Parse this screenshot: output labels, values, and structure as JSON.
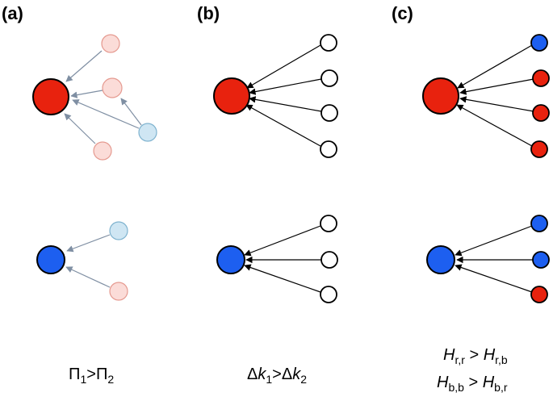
{
  "panels": [
    {
      "label": "(a)",
      "caption": {
        "main": "Π",
        "sub1": "1",
        "op": ">",
        "main2": "Π",
        "sub2": "2"
      }
    },
    {
      "label": "(b)",
      "caption": {
        "pre": "Δ",
        "var": "k",
        "sub1": "1",
        "op": ">",
        "pre2": "Δ",
        "var2": "k",
        "sub2": "2"
      }
    },
    {
      "label": "(c)",
      "caption": {
        "line1": {
          "var": "H",
          "sub1": "r,r",
          "op": " > ",
          "var2": "H",
          "sub2": "r,b"
        },
        "line2": {
          "var": "H",
          "sub1": "b,b",
          "op": " > ",
          "var2": "H",
          "sub2": "b,r"
        }
      }
    }
  ],
  "colors": {
    "red": "#e8220e",
    "blue": "#1d5ff0",
    "pale_red_fill": "#fbdcd8",
    "pale_red_stroke": "#e59a90",
    "pale_blue_fill": "#cfe6f3",
    "pale_blue_stroke": "#7fb3cf",
    "gray_arrow": "#7f8fa3",
    "black": "#000000"
  }
}
